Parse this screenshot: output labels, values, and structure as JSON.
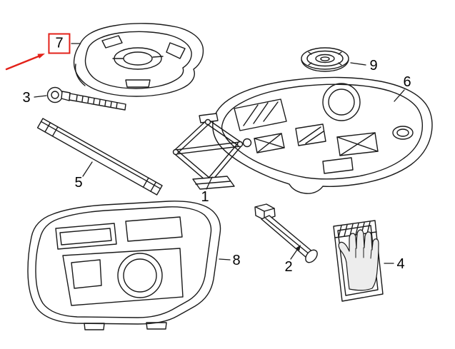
{
  "diagram": {
    "background_color": "#ffffff",
    "line_color": "#1a1a1a",
    "highlight_color": "#e32119",
    "callouts": {
      "part1": {
        "label": "1",
        "highlighted": false
      },
      "part2": {
        "label": "2",
        "highlighted": false
      },
      "part3": {
        "label": "3",
        "highlighted": false
      },
      "part4": {
        "label": "4",
        "highlighted": false
      },
      "part5": {
        "label": "5",
        "highlighted": false
      },
      "part6": {
        "label": "6",
        "highlighted": false
      },
      "part7": {
        "label": "7",
        "highlighted": true
      },
      "part8": {
        "label": "8",
        "highlighted": false
      },
      "part9": {
        "label": "9",
        "highlighted": false
      }
    }
  }
}
